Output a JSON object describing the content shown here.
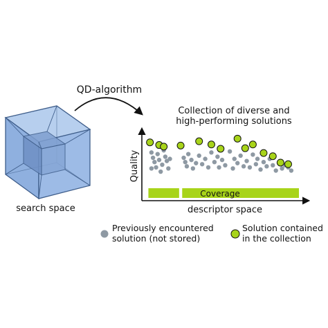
{
  "labels": {
    "search_space": "search space",
    "algorithm": "QD-algorithm",
    "collection_line1": "Collection of diverse and",
    "collection_line2": "high-performing solutions",
    "quality_axis": "Quality",
    "descriptor_axis": "descriptor space",
    "coverage": "Coverage",
    "legend_prev_line1": "Previously encountered",
    "legend_prev_line2": "solution (not stored)",
    "legend_coll_line1": "Solution contained",
    "legend_coll_line2": "in the collection"
  },
  "colors": {
    "cube_fill": "#9dbbe6",
    "cube_stroke": "#3e5d8a",
    "previous_dot": "#8e99a3",
    "collection_dot": "#a8d41a",
    "coverage_bar": "#a8d41a"
  },
  "chart_data": {
    "type": "scatter",
    "xlim": [
      0,
      100
    ],
    "ylim": [
      0,
      100
    ],
    "coverage": [
      [
        2,
        22
      ],
      [
        24,
        100
      ]
    ],
    "previous": [
      [
        4,
        58
      ],
      [
        5,
        48
      ],
      [
        6,
        40
      ],
      [
        7,
        30
      ],
      [
        8,
        55
      ],
      [
        9,
        44
      ],
      [
        11,
        35
      ],
      [
        12,
        62
      ],
      [
        13,
        50
      ],
      [
        14,
        42
      ],
      [
        15,
        28
      ],
      [
        16,
        46
      ],
      [
        4,
        28
      ],
      [
        10,
        22
      ],
      [
        25,
        48
      ],
      [
        26,
        40
      ],
      [
        27,
        32
      ],
      [
        28,
        55
      ],
      [
        30,
        44
      ],
      [
        31,
        28
      ],
      [
        33,
        38
      ],
      [
        35,
        52
      ],
      [
        37,
        36
      ],
      [
        39,
        46
      ],
      [
        41,
        30
      ],
      [
        43,
        58
      ],
      [
        45,
        40
      ],
      [
        47,
        50
      ],
      [
        48,
        30
      ],
      [
        50,
        44
      ],
      [
        52,
        34
      ],
      [
        55,
        60
      ],
      [
        57,
        28
      ],
      [
        58,
        46
      ],
      [
        60,
        38
      ],
      [
        62,
        52
      ],
      [
        64,
        32
      ],
      [
        66,
        42
      ],
      [
        68,
        30
      ],
      [
        70,
        54
      ],
      [
        72,
        36
      ],
      [
        73,
        46
      ],
      [
        75,
        26
      ],
      [
        77,
        40
      ],
      [
        79,
        32
      ],
      [
        81,
        46
      ],
      [
        83,
        34
      ],
      [
        85,
        24
      ],
      [
        87,
        38
      ],
      [
        89,
        28
      ],
      [
        91,
        34
      ],
      [
        93,
        30
      ],
      [
        95,
        24
      ]
    ],
    "collection": [
      [
        3,
        77
      ],
      [
        9,
        72
      ],
      [
        12,
        69
      ],
      [
        23,
        71
      ],
      [
        35,
        79
      ],
      [
        43,
        73
      ],
      [
        49,
        65
      ],
      [
        60,
        84
      ],
      [
        65,
        66
      ],
      [
        70,
        73
      ],
      [
        77,
        57
      ],
      [
        83,
        51
      ],
      [
        88,
        39
      ],
      [
        93,
        36
      ]
    ]
  }
}
